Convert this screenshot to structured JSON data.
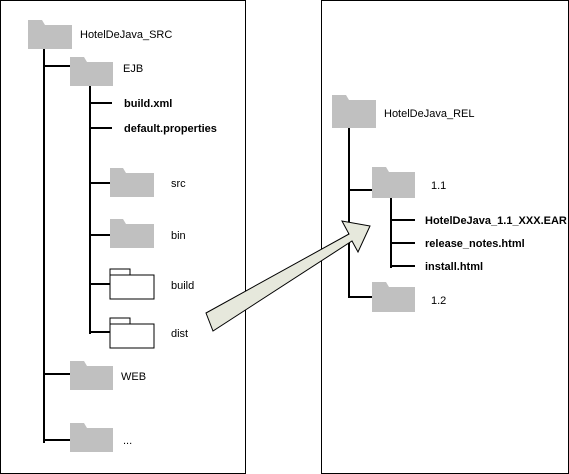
{
  "source_tree": {
    "root": "HotelDeJava_SRC",
    "ejb": "EJB",
    "build_xml": "build.xml",
    "default_properties": "default.properties",
    "src": "src",
    "bin": "bin",
    "build": "build",
    "dist": "dist",
    "web": "WEB",
    "more": "..."
  },
  "release_tree": {
    "root": "HotelDeJava_REL",
    "v1_1": "1.1",
    "ear": "HotelDeJava_1.1_XXX.EAR",
    "release_notes": "release_notes.html",
    "install": "install.html",
    "v1_2": "1.2"
  },
  "colors": {
    "folder_fill": "#c0c0c0",
    "folder_outline_fill": "#ffffff",
    "arrow_fill": "#e6e8dc",
    "line": "#000000"
  }
}
